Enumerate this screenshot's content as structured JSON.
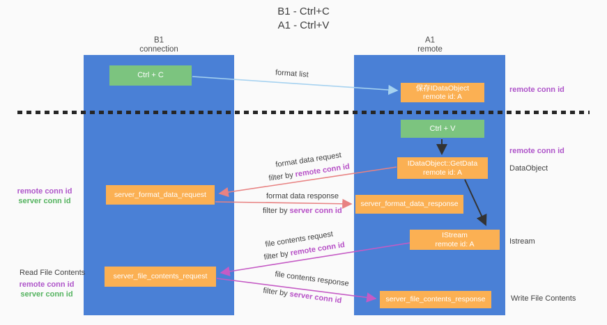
{
  "title": {
    "line1": "B1 - Ctrl+C",
    "line2": "A1 - Ctrl+V"
  },
  "columns": {
    "left": {
      "name": "B1",
      "role": "connection"
    },
    "right": {
      "name": "A1",
      "role": "remote"
    }
  },
  "nodes": {
    "ctrl_c": "Ctrl + C",
    "save_dataobject": {
      "line1": "保存IDataObject",
      "line2": "remote id: A"
    },
    "ctrl_v": "Ctrl + V",
    "getdata": {
      "line1": "IDataObject::GetData",
      "line2": "remote id: A"
    },
    "server_format_data_request": "server_format_data_request",
    "server_format_data_response": "server_format_data_response",
    "istream": {
      "line1": "IStream",
      "line2": "remote id: A"
    },
    "server_file_contents_request": "server_file_contents_request",
    "server_file_contents_response": "server_file_contents_response"
  },
  "side_labels": {
    "right_remote_conn_id_top": "remote conn id",
    "right_remote_conn_id_mid": "remote conn id",
    "dataobject": "DataObject",
    "istream": "Istream",
    "write_file_contents": "Write File Contents",
    "left_remote_conn_id_top": "remote conn id",
    "left_server_conn_id_top": "server conn id",
    "read_file_contents": "Read File Contents",
    "left_remote_conn_id_bottom": "remote conn id",
    "left_server_conn_id_bottom": "server conn id"
  },
  "flows": {
    "format_list": {
      "label": "format list"
    },
    "format_data_request": {
      "label": "format data request",
      "filter_prefix": "filter by ",
      "filter_key": "remote conn id"
    },
    "format_data_response": {
      "label": "format data response",
      "filter_prefix": "filter by ",
      "filter_key": "server conn id"
    },
    "file_contents_request": {
      "label": "file contents request",
      "filter_prefix": "filter by ",
      "filter_key": "remote conn id"
    },
    "file_contents_response": {
      "label": "file contents response",
      "filter_prefix": "filter by ",
      "filter_key": "server conn id"
    }
  },
  "colors": {
    "lane_blue": "#4a80d6",
    "node_orange": "#fbb053",
    "node_green": "#7cc47f",
    "accent_purple": "#ae54c9",
    "accent_green": "#54b35f",
    "arrow_light_blue": "#a6d2f0",
    "arrow_salmon": "#e88282",
    "arrow_magenta": "#c55bc5",
    "arrow_black": "#333333",
    "background": "#fafafa"
  }
}
